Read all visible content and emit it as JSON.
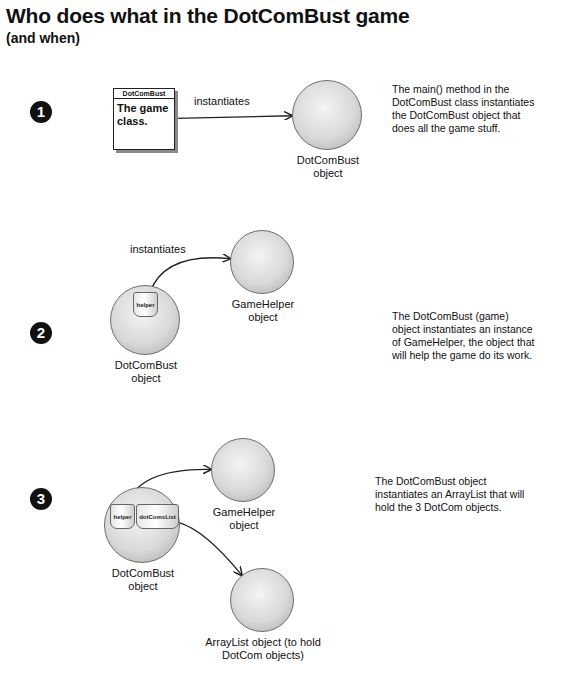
{
  "diagram": {
    "title": "Who does what in the DotComBust game",
    "nodes": [
      {
        "text": [
          "DotComBust",
          "The game class."
        ]
      },
      {
        "text": [
          "DotComBust object"
        ]
      },
      {
        "text": [
          "DotComBust object"
        ]
      },
      {
        "text": [
          "helper"
        ],
        "in": 2
      },
      {
        "text": [
          "GameHelper object"
        ]
      },
      {
        "text": [
          "DotComBust object"
        ]
      },
      {
        "text": [
          "helper"
        ],
        "in": 5
      },
      {
        "text": [
          "dotComsList"
        ],
        "in": 5
      },
      {
        "text": [
          "GameHelper object"
        ]
      },
      {
        "text": [
          "ArrayList object (to hold DotCom objects)"
        ]
      }
    ],
    "edges": [
      {
        "from": 0,
        "to": 1,
        "label": "instantiates",
        "arrow": "to"
      },
      {
        "from": 3,
        "to": 4,
        "label": "instantiates",
        "arrow": "to"
      },
      {
        "from": 6,
        "to": 8,
        "arrow": "to"
      },
      {
        "from": 7,
        "to": 9,
        "arrow": "to"
      }
    ],
    "labels": [
      "(and when)",
      "1",
      "2",
      "3",
      "The main() method in the DotComBust class instantiates the DotComBust object that does all the game stuff.",
      "The DotComBust (game) object instantiates an instance of GameHelper, the object that will help the game do its work.",
      "The DotComBust object instantiates an ArrayList that will hold the 3 DotCom objects."
    ]
  }
}
